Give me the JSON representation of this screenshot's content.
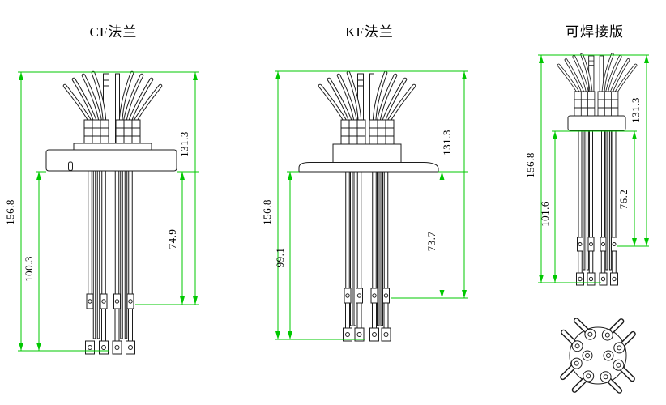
{
  "page": {
    "background": "#ffffff"
  },
  "colors": {
    "dimension_line": "#00c800",
    "drawing_line": "#1c1c1c",
    "text": "#000000"
  },
  "drawings": {
    "cf": {
      "title": "CF法兰",
      "dims": {
        "total_height": "156.8",
        "flange_to_tip": "100.3",
        "top_to_terminal": "131.3",
        "flange_to_terminal": "74.9"
      }
    },
    "kf": {
      "title": "KF法兰",
      "dims": {
        "total_height": "156.8",
        "flange_to_tip": "99.1",
        "top_to_terminal": "131.3",
        "flange_to_terminal": "73.7"
      }
    },
    "weldable": {
      "title": "可焊接版",
      "dims": {
        "total_height": "156.8",
        "flange_to_tip": "101.6",
        "top_to_terminal": "131.3",
        "flange_to_terminal": "76.2"
      }
    }
  },
  "bottom_view": {
    "outer_pin_count": 8,
    "center_pin_count": 2
  }
}
